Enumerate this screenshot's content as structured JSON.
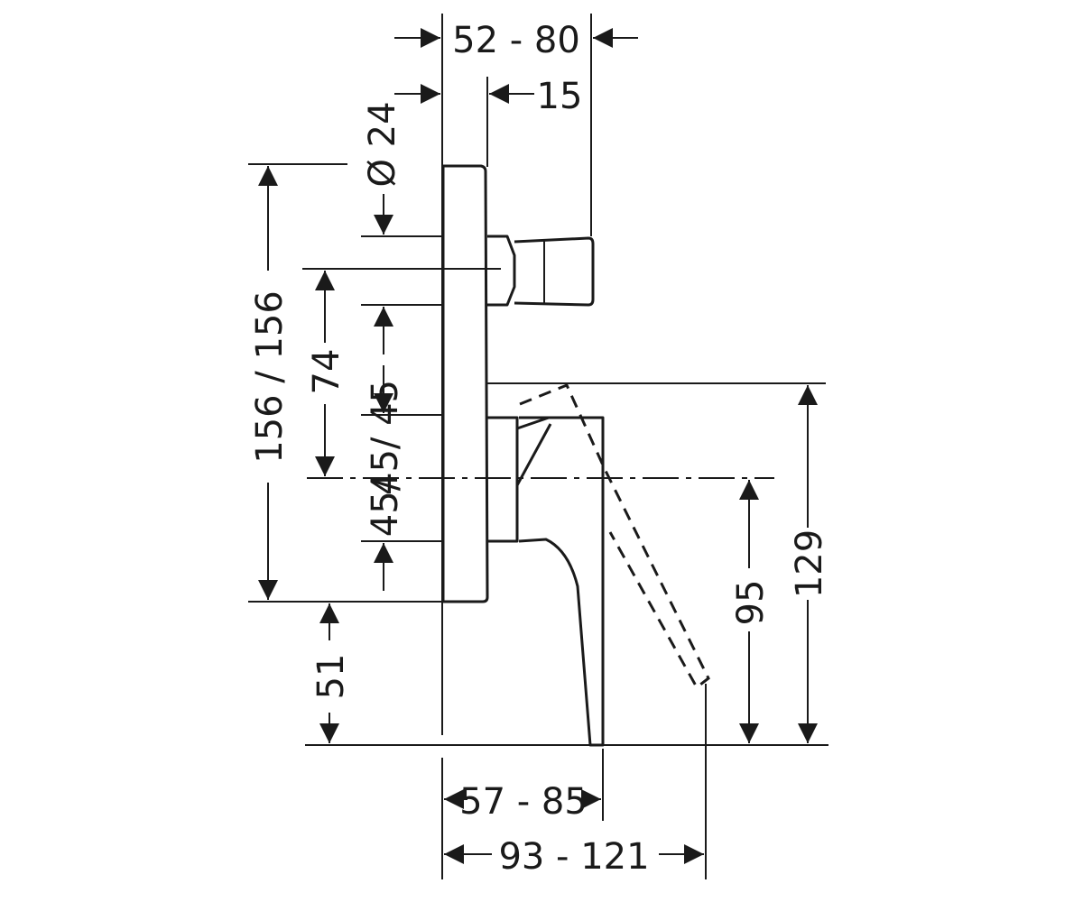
{
  "dimensions": {
    "top_overall": "52 - 80",
    "top_offset": "15",
    "diverter_diameter": "Ø 24",
    "plate_height": "156 / 156",
    "diverter_spacing": "74",
    "upper_spacing": "45/ 45",
    "lower_spacing": "45/",
    "plate_to_floor": "51",
    "handle_axis_height": "95",
    "overall_height": "129",
    "handle_depth": "57 - 85",
    "handle_open_depth": "93 - 121"
  },
  "colors": {
    "line": "#1a1a1a",
    "background": "#ffffff"
  }
}
